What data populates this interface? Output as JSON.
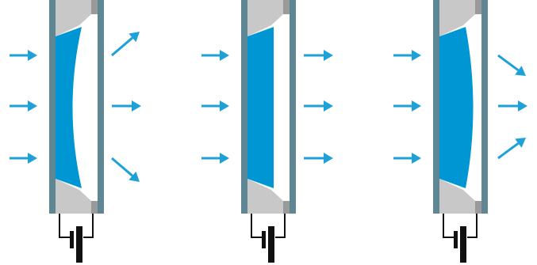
{
  "figure": {
    "description_labels": [],
    "panels": [
      {
        "id": "left",
        "lens_shape": "concave",
        "output_beam": "diverging"
      },
      {
        "id": "middle",
        "lens_shape": "flat",
        "output_beam": "parallel"
      },
      {
        "id": "right",
        "lens_shape": "convex",
        "output_beam": "converging"
      }
    ],
    "colors": {
      "glass": "#5f8793",
      "liquid": "#0096d3",
      "arrow": "#1ea0d8",
      "seal": "#c8c8c8",
      "seal_edge": "#9a9a9a",
      "electrode": "#111111",
      "background": "#ffffff"
    },
    "icons": [
      "arrow-icon",
      "voltage-source-icon"
    ]
  }
}
